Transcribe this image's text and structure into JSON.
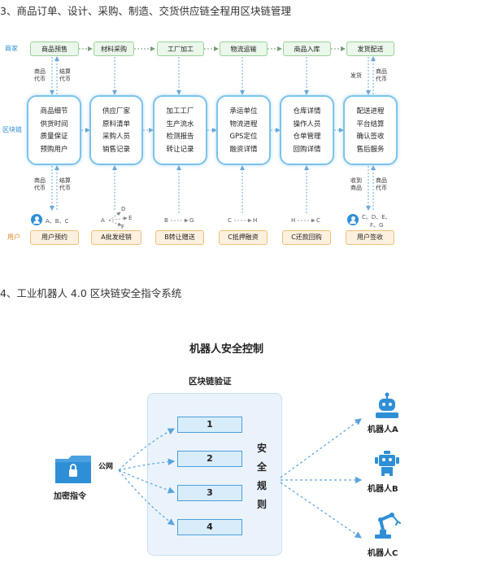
{
  "section3": {
    "heading": "3、商品订单、设计、采购、制造、交货供应链全程用区块链管理",
    "row_labels": {
      "merchant": "商家",
      "chain": "区块链",
      "user": "用户"
    },
    "stages": [
      "商品预售",
      "材料采购",
      "工厂加工",
      "物流运输",
      "商品入库",
      "发货配送"
    ],
    "chain_boxes": [
      [
        "商品细节",
        "供货时间",
        "质量保证",
        "预购用户"
      ],
      [
        "供应厂家",
        "原料清单",
        "采购人员",
        "销售记录"
      ],
      [
        "加工工厂",
        "生产流水",
        "检测报告",
        "转让记录"
      ],
      [
        "承运单位",
        "物流进程",
        "GPS定位",
        "融资详情"
      ],
      [
        "仓库详情",
        "操作人员",
        "仓单管理",
        "回购详情"
      ],
      [
        "配送进程",
        "平台结算",
        "确认签收",
        "售后服务"
      ]
    ],
    "top_labels": {
      "col1_left": "商品\n代币",
      "col1_right": "结算\n代币",
      "col6_left": "发货",
      "col6_right": "商品\n代币"
    },
    "bottom_labels": {
      "col1_left": "商品\n代币",
      "col1_right": "结算\n代币",
      "col6_left": "收到\n商品",
      "col6_right": "商品\n代币"
    },
    "relays": {
      "col1": "A、B、C",
      "col2_a": "A",
      "col2_d": "D",
      "col2_e": "E",
      "col2_f": "F",
      "col3_from": "B",
      "col3_to": "G",
      "col4_from": "C",
      "col4_to": "H",
      "col5_from": "H",
      "col5_to": "C",
      "col6_line1": "C、D、E、",
      "col6_line2": "F、G"
    },
    "user_boxes": [
      "用户预约",
      "A批发经销",
      "B转让赠送",
      "C抵押融资",
      "C还款回购",
      "用户签收"
    ]
  },
  "section4": {
    "heading": "4、工业机器人 4.0 区块链安全指令系统",
    "title": "机器人安全控制",
    "panel_title": "区块链验证",
    "source_label": "加密指令",
    "network_label": "公网",
    "nodes": [
      "1",
      "2",
      "3",
      "4"
    ],
    "rules_chars": [
      "安",
      "全",
      "规",
      "则"
    ],
    "robots": [
      "机器人A",
      "机器人B",
      "机器人C"
    ]
  },
  "colors": {
    "merchant_green": "#eaf7ea",
    "chain_blue": "#7cc3ec",
    "user_orange": "#fdf0de",
    "panel_blue": "#eaf3fb",
    "icon_blue": "#2f8fd6"
  }
}
